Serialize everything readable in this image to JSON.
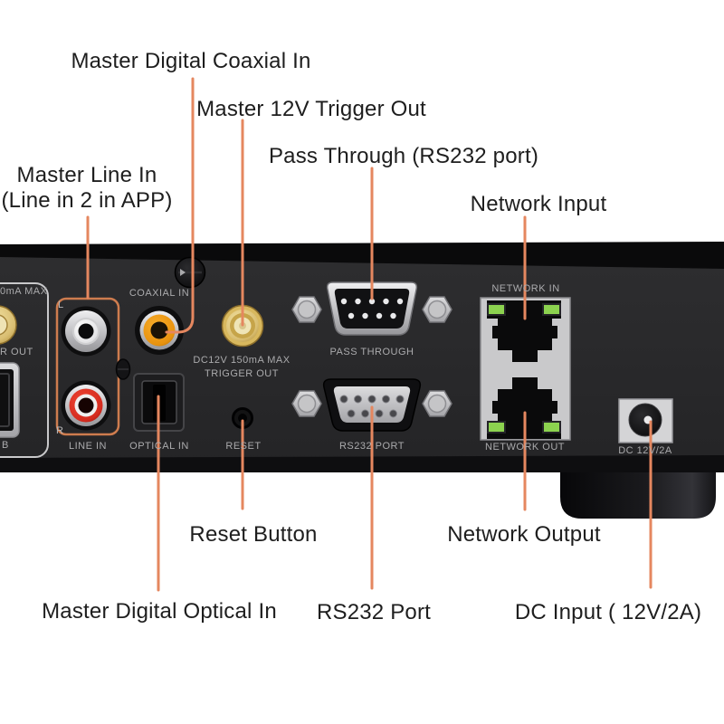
{
  "annotations": {
    "coaxial": "Master Digital Coaxial In",
    "trigger": "Master 12V Trigger Out",
    "pass_through": "Pass Through (RS232 port)",
    "network_input": "Network Input",
    "line_in": [
      "Master Line In",
      "(Line in 2 in APP)"
    ],
    "reset": "Reset Button",
    "network_output": "Network Output",
    "optical": "Master Digital Optical In",
    "rs232": "RS232 Port",
    "dc_input": "DC Input ( 12V/2A)"
  },
  "panel_labels": {
    "coaxial_in": "COAXIAL IN",
    "trigger_line1": "DC12V 150mA MAX",
    "trigger_line2": "TRIGGER OUT",
    "pass_through": "PASS THROUGH",
    "rs232_port": "RS232 PORT",
    "reset": "RESET",
    "line_in": "LINE IN",
    "optical_in": "OPTICAL IN",
    "network_in": "NETWORK IN",
    "network_out": "NETWORK OUT",
    "dc": "DC 12V/2A",
    "left_partial_top": "0mA MAX",
    "left_partial_mid": "R OUT",
    "left_partial_bottom": "B",
    "channel_l": "L",
    "channel_r": "R"
  },
  "colors": {
    "leader_line": "#E5875F",
    "highlight_box": "#CE7C4E",
    "panel": "#29292B",
    "coax_orange": "#E8920E",
    "rca_red": "#D42B1E",
    "gold": "#D9BE72",
    "led_green": "#8CD24F",
    "annotation_text": "#1E1E1E",
    "panel_text": "#ABABAD"
  }
}
